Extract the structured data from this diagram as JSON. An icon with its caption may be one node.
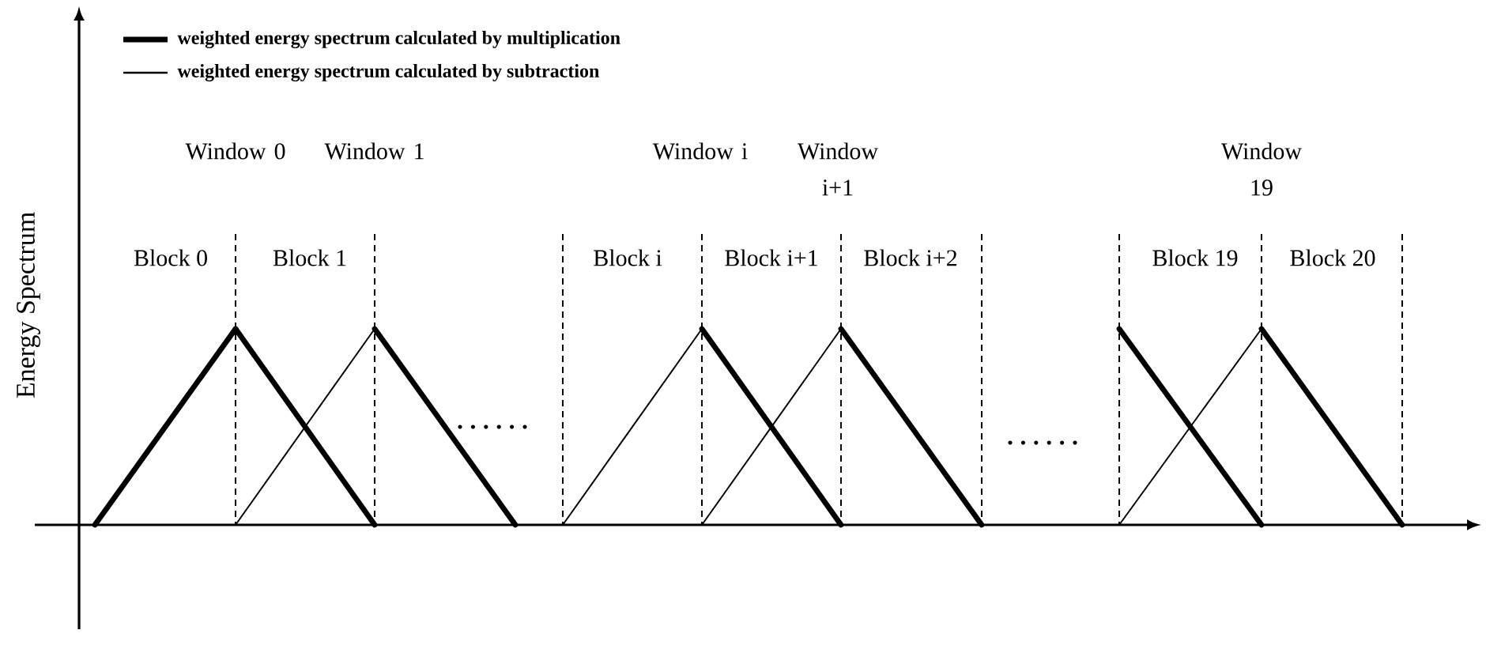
{
  "diagram": {
    "labels": [
      "Window 0",
      "Window 1",
      "Window i",
      "Window i+1",
      "Window 19",
      "Block 0",
      "Block 1",
      "Block i",
      "Block i+1",
      "Block i+2",
      "Block 19",
      "Block 20",
      "Energy Spectrum"
    ],
    "legend": [
      {
        "text": "weighted energy spectrum calculated by multiplication"
      },
      {
        "text": "weighted energy spectrum calculated by subtraction"
      }
    ]
  }
}
